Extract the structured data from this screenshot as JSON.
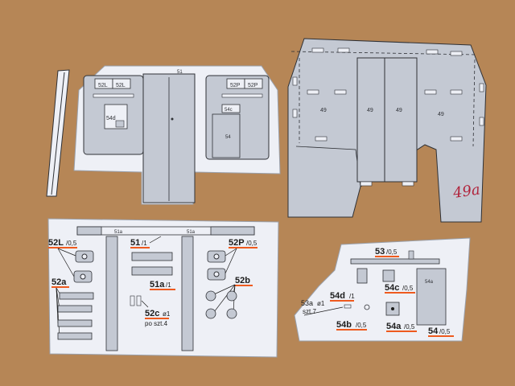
{
  "colors": {
    "background": "#b68656",
    "paper": "#eef0f6",
    "part_fill": "#c4c9d3",
    "part_dark": "#9aa0ab",
    "outline": "#2f3136",
    "label_accent": "#ee5a1e",
    "handwriting": "#b0223a"
  },
  "top_left_sheet": {
    "header": "51",
    "left_tabs": [
      "52L",
      "52L"
    ],
    "right_tabs": [
      "52P",
      "52P"
    ],
    "left_part": "54d",
    "right_small_part": "54c",
    "right_large_part": "54"
  },
  "top_right_sheet": {
    "panel_labels": [
      "49",
      "49",
      "49",
      "49"
    ],
    "handwritten_note": "49a"
  },
  "bottom_left_sheet": {
    "header_labels": [
      "51a",
      "51a"
    ],
    "label_52L": "52L",
    "label_52L_thickness": "/0,5",
    "label_52P": "52P",
    "label_52P_thickness": "/0,5",
    "label_51": "51",
    "label_51_thickness": "/1",
    "label_51a": "51a",
    "label_51a_thickness": "/1",
    "label_52a": "52a",
    "label_52b": "52b",
    "label_52c": "52c",
    "label_52c_diameter": "ø1",
    "label_52c_note": "po szt.4"
  },
  "bottom_right_sheet": {
    "label_53": "53",
    "label_53_thickness": "/0,5",
    "label_53a": "53a",
    "label_53a_diameter": "ø1",
    "label_53a_note": "szt.7",
    "label_54d": "54d",
    "label_54d_thickness": "/1",
    "label_54c": "54c",
    "label_54c_thickness": "/0,5",
    "label_54b": "54b",
    "label_54b_thickness": "/0,5",
    "label_54a": "54a",
    "label_54a_thickness": "/0,5",
    "label_54": "54",
    "label_54_thickness": "/0,5",
    "part_label_54a": "54a"
  }
}
